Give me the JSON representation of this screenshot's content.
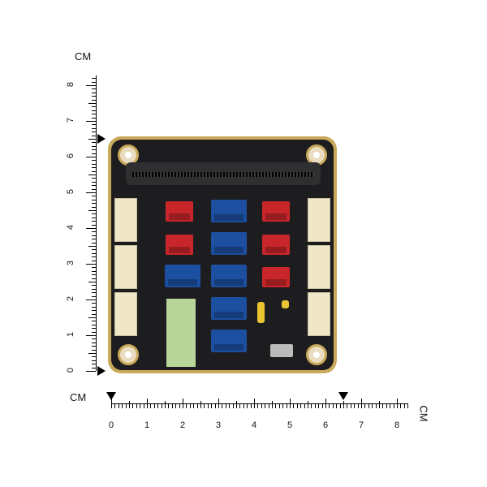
{
  "ruler": {
    "unit": "CM",
    "labels": [
      "0",
      "1",
      "2",
      "3",
      "4",
      "5",
      "6",
      "7",
      "8"
    ],
    "marker_cm": 6.5
  },
  "board": {
    "colors": {
      "pcb": "#1d1d1f",
      "gold": "#c9a95a",
      "red": "#c8262a",
      "blue": "#1d4fa0"
    }
  }
}
